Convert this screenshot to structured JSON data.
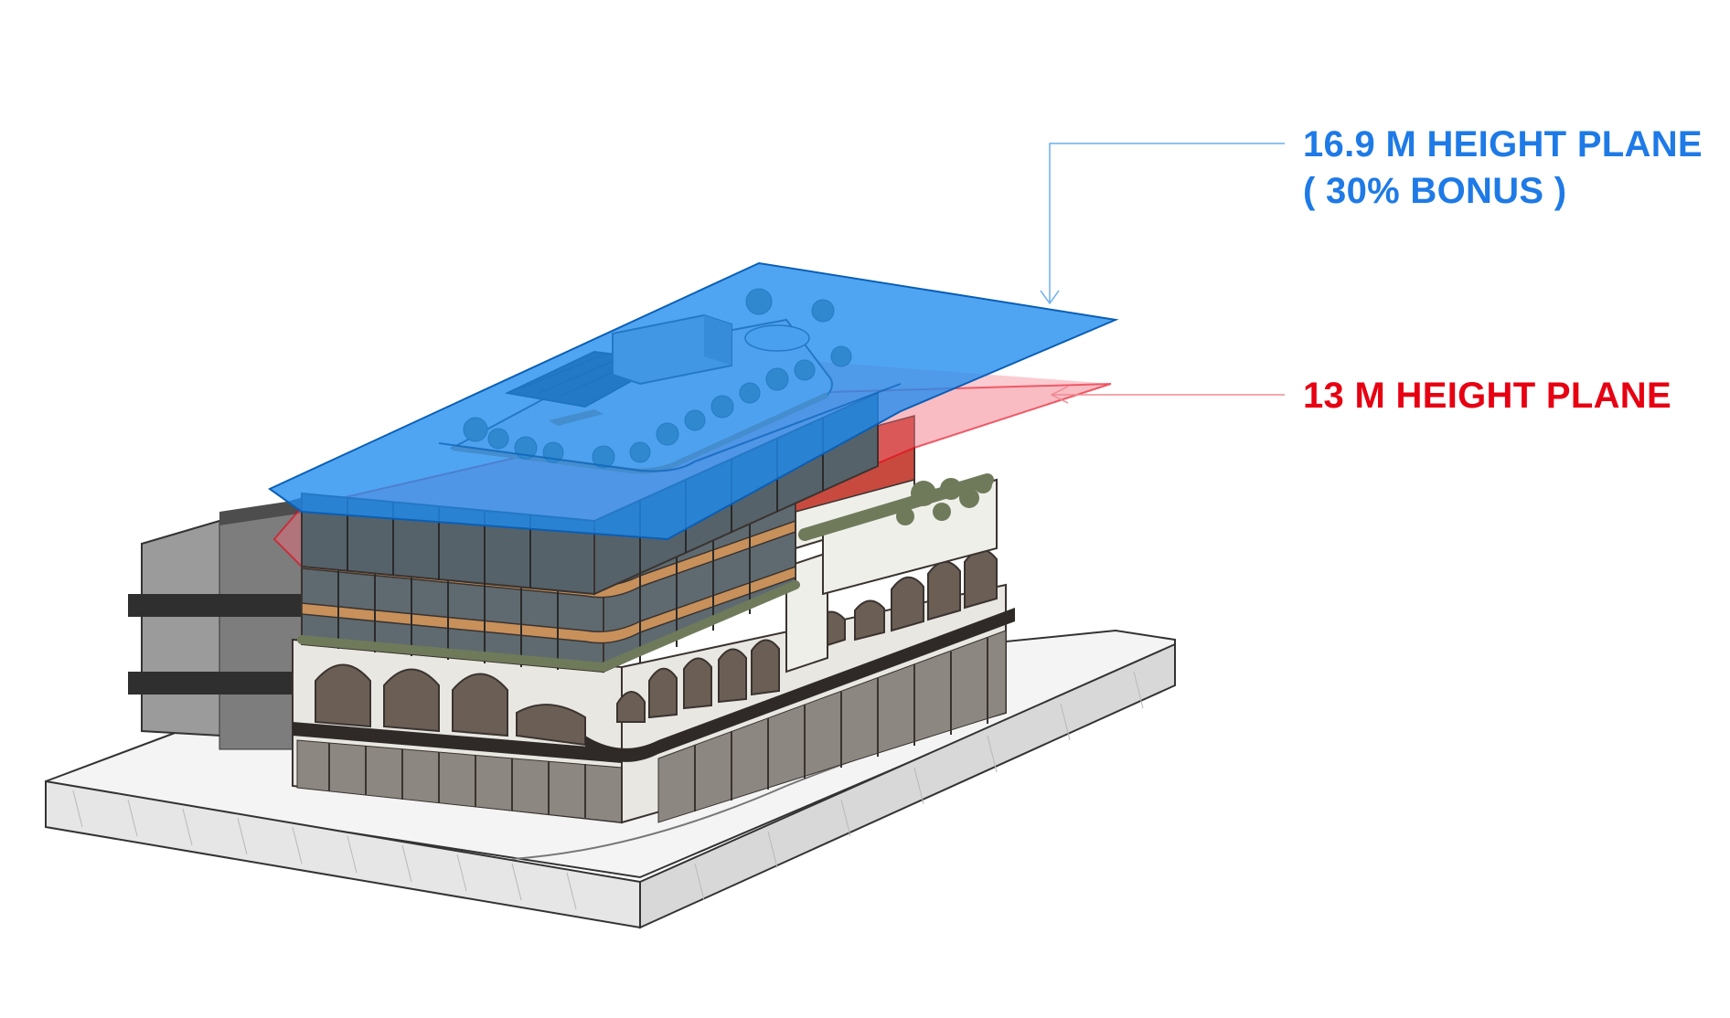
{
  "annotations": {
    "upper_plane": {
      "line1": "16.9 M HEIGHT PLANE",
      "line2": "( 30% BONUS )",
      "color": "#1e7ae6",
      "plane_fill": "#1f8cf0"
    },
    "lower_plane": {
      "line1": "13 M HEIGHT PLANE",
      "color": "#e60012",
      "plane_fill": "#f26b7a"
    }
  },
  "palette": {
    "facade": "#e9e7e2",
    "frame": "#3a3330",
    "timber": "#c8905a",
    "glass": "#556066",
    "planting": "#6f7a5a",
    "site": "#f2f2f2",
    "neighbour": "#8a8a8a"
  }
}
